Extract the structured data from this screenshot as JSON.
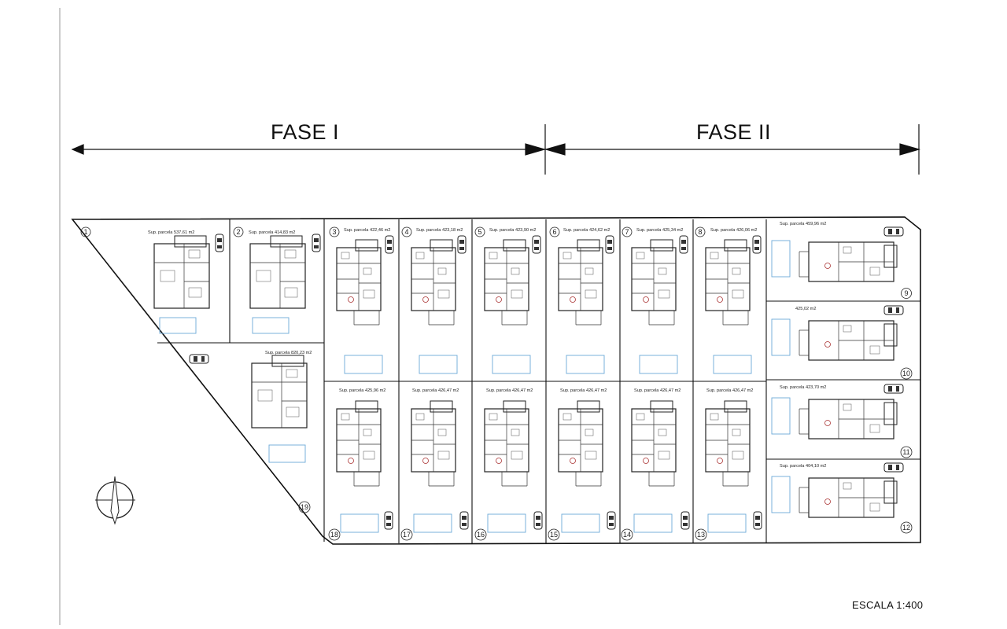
{
  "phases": [
    {
      "label": "FASE I"
    },
    {
      "label": "FASE II"
    }
  ],
  "scale": "ESCALA  1:400",
  "lots": [
    {
      "number": "1",
      "area": "Sup. parcela 537,61 m2"
    },
    {
      "number": "2",
      "area": "Sup. parcela 414,83 m2"
    },
    {
      "number": "3",
      "area": "Sup. parcela 422,46 m2"
    },
    {
      "number": "4",
      "area": "Sup. parcela 423,18 m2"
    },
    {
      "number": "5",
      "area": "Sup. parcela 423,90 m2"
    },
    {
      "number": "6",
      "area": "Sup. parcela 424,62 m2"
    },
    {
      "number": "7",
      "area": "Sup. parcela 425,34 m2"
    },
    {
      "number": "8",
      "area": "Sup. parcela 426,06 m2"
    },
    {
      "number": "9",
      "area": "Sup. parcela 459,96 m2"
    },
    {
      "number": "10",
      "area": "425,02 m2"
    },
    {
      "number": "11",
      "area": "Sup. parcela 423,70 m2"
    },
    {
      "number": "12",
      "area": "Sup. parcela 404,10 m2"
    },
    {
      "number": "13",
      "area": "Sup. parcela 426,47 m2"
    },
    {
      "number": "14",
      "area": "Sup. parcela 426,47 m2"
    },
    {
      "number": "15",
      "area": "Sup. parcela 426,47 m2"
    },
    {
      "number": "16",
      "area": "Sup. parcela 426,47 m2"
    },
    {
      "number": "17",
      "area": "Sup. parcela 426,47 m2"
    },
    {
      "number": "18",
      "area": "Sup. parcela 425,96 m2"
    },
    {
      "number": "19",
      "area": "Sup. parcela 820,23 m2"
    }
  ]
}
